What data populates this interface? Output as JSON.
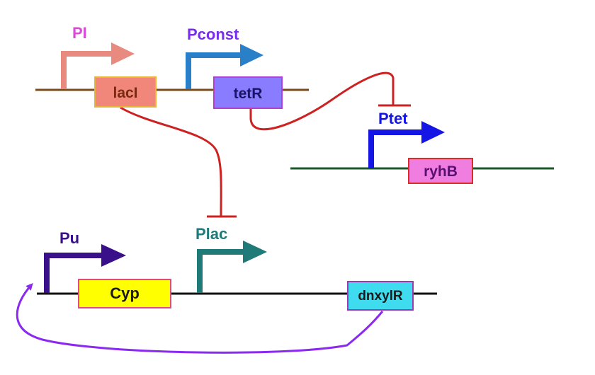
{
  "promoters": {
    "pi": {
      "label": "PI",
      "color": "#e88a7f",
      "label_color": "#d94bd6"
    },
    "pconst": {
      "label": "Pconst",
      "color": "#2a7fc9",
      "label_color": "#7a2ee8"
    },
    "ptet": {
      "label": "Ptet",
      "color": "#1515e6",
      "label_color": "#1515e6"
    },
    "pu": {
      "label": "Pu",
      "color": "#3a0f8a",
      "label_color": "#3a0f8a"
    },
    "plac": {
      "label": "Plac",
      "color": "#1f7a78",
      "label_color": "#1f7a78"
    }
  },
  "genes": {
    "laci": {
      "label": "lacI",
      "fill": "#f0877a",
      "stroke": "#e8b53a",
      "text_color": "#7a2a10"
    },
    "tetr": {
      "label": "tetR",
      "fill": "#8a7cff",
      "stroke": "#b040d0",
      "text_color": "#1a1466"
    },
    "ryhb": {
      "label": "ryhB",
      "fill": "#ef7ee0",
      "stroke": "#e02a2a",
      "text_color": "#5a1070"
    },
    "cyp": {
      "label": "Cyp",
      "fill": "#ffff00",
      "stroke": "#e04a8a",
      "text_color": "#1a1a1a"
    },
    "dnxylr": {
      "label": "dnxylR",
      "fill": "#3fdcf0",
      "stroke": "#9a3ab0",
      "text_color": "#1a1a1a"
    }
  },
  "backbones": {
    "top": "#7a4a1a",
    "right": "#1a5a2a",
    "bottom": "#111111"
  },
  "links": {
    "repression": "#cc2222",
    "activation": "#8a2af0"
  }
}
